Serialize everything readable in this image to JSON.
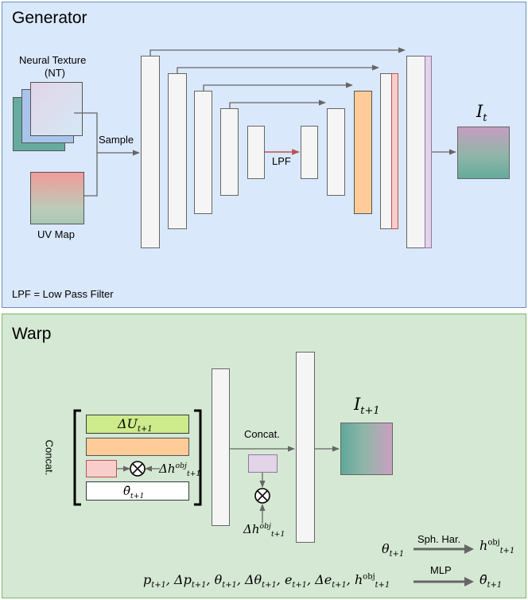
{
  "generator": {
    "title": "Generator",
    "neural_texture_label": "Neural Texture",
    "nt_abbrev": "(NT)",
    "uv_map_label": "UV Map",
    "sample_label": "Sample",
    "lpf_label": "LPF",
    "footnote": "LPF = Low Pass Filter",
    "output_symbol": "I",
    "output_sub": "t"
  },
  "warp": {
    "title": "Warp",
    "concat_side_label": "Concat.",
    "concat_label": "Concat.",
    "bar1_sym": "ΔU",
    "bar1_sub": "t+1",
    "delta_h_sym": "Δh",
    "delta_h_sup": "obj",
    "delta_h_sub": "t+1",
    "theta_bar_sym": "θ̄",
    "theta_bar_sub": "t+1",
    "output_symbol": "I",
    "output_sub": "t+1",
    "eq1_input_sym": "θ",
    "eq1_input_sub": "t+1",
    "eq1_method": "Sph. Har.",
    "eq1_output_sym": "h",
    "eq1_output_sup": "obj",
    "eq1_output_sub": "t+1",
    "eq2_inputs": "p<sub>t+1</sub>, Δp<sub>t+1</sub>, θ<sub>t+1</sub>, Δθ<sub>t+1</sub>, e<sub>t+1</sub>, Δe<sub>t+1</sub>, h<sup class=\"up\">obj</sup><sub>t+1</sub>",
    "eq2_method": "MLP",
    "eq2_output_sym": "θ̄",
    "eq2_output_sub": "t+1"
  },
  "colors": {
    "generator_bg": "#dae8fc",
    "warp_bg": "#d5e8d4",
    "orange": "#ffcc99",
    "pink": "#f8cecc",
    "purple": "#e1d5e7",
    "green": "#cdeb8b",
    "lpf_arrow": "#b85450"
  }
}
